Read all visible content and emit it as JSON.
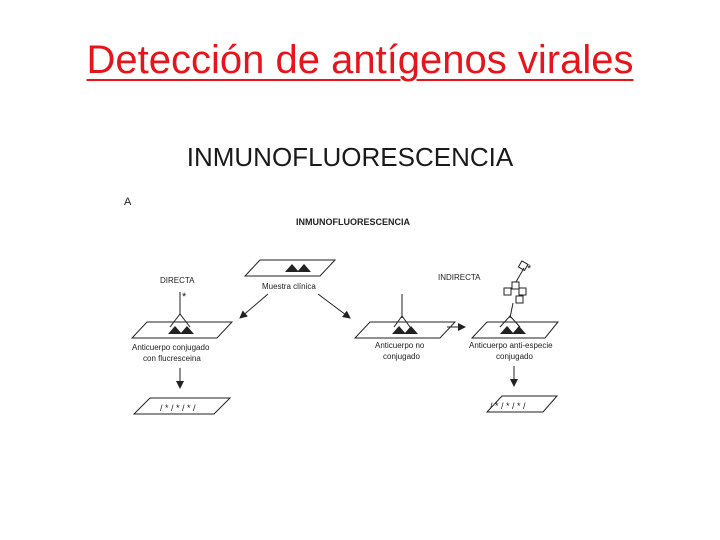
{
  "slide": {
    "title": "Detección de antígenos virales",
    "subtitle": "INMUNOFLUORESCENCIA"
  },
  "figure": {
    "panel_letter": "A",
    "heading": "INMUNOFLUORESCENCIA",
    "sample_label": "Muestra clínica",
    "direct": {
      "label": "DIRECTA",
      "step_label_1": "Anticuerpo conjugado",
      "step_label_2": "con flucresceina"
    },
    "indirect": {
      "label": "INDIRECTA",
      "left_label_1": "Anticuerpo no",
      "left_label_2": "conjugado",
      "right_label_1": "Anticuerpo anti-especie",
      "right_label_2": "conjugado"
    },
    "fluor_symbol": "*"
  }
}
